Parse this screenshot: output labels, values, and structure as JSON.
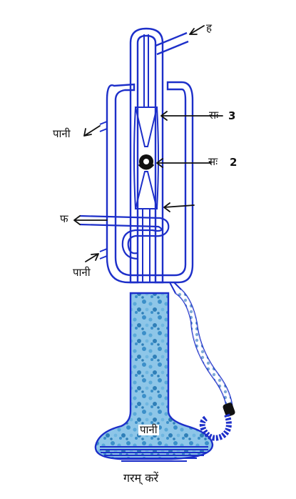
{
  "labels": {
    "top_outlet": "ह",
    "water_top": "पानी",
    "s3_prefix": "सः",
    "s3_number": "3",
    "s2_prefix": "सः",
    "s2_number": "2",
    "f_label": "फ",
    "water_bottom": "पानी",
    "flask_water": "पानी",
    "heat": "गरम् करें"
  },
  "colors": {
    "apparatus_outline": "#1d2fc9",
    "water_fill": "#5aa9d8",
    "water_dots": "#3b8fc9",
    "arrow": "#111111",
    "valve": "#111111"
  }
}
